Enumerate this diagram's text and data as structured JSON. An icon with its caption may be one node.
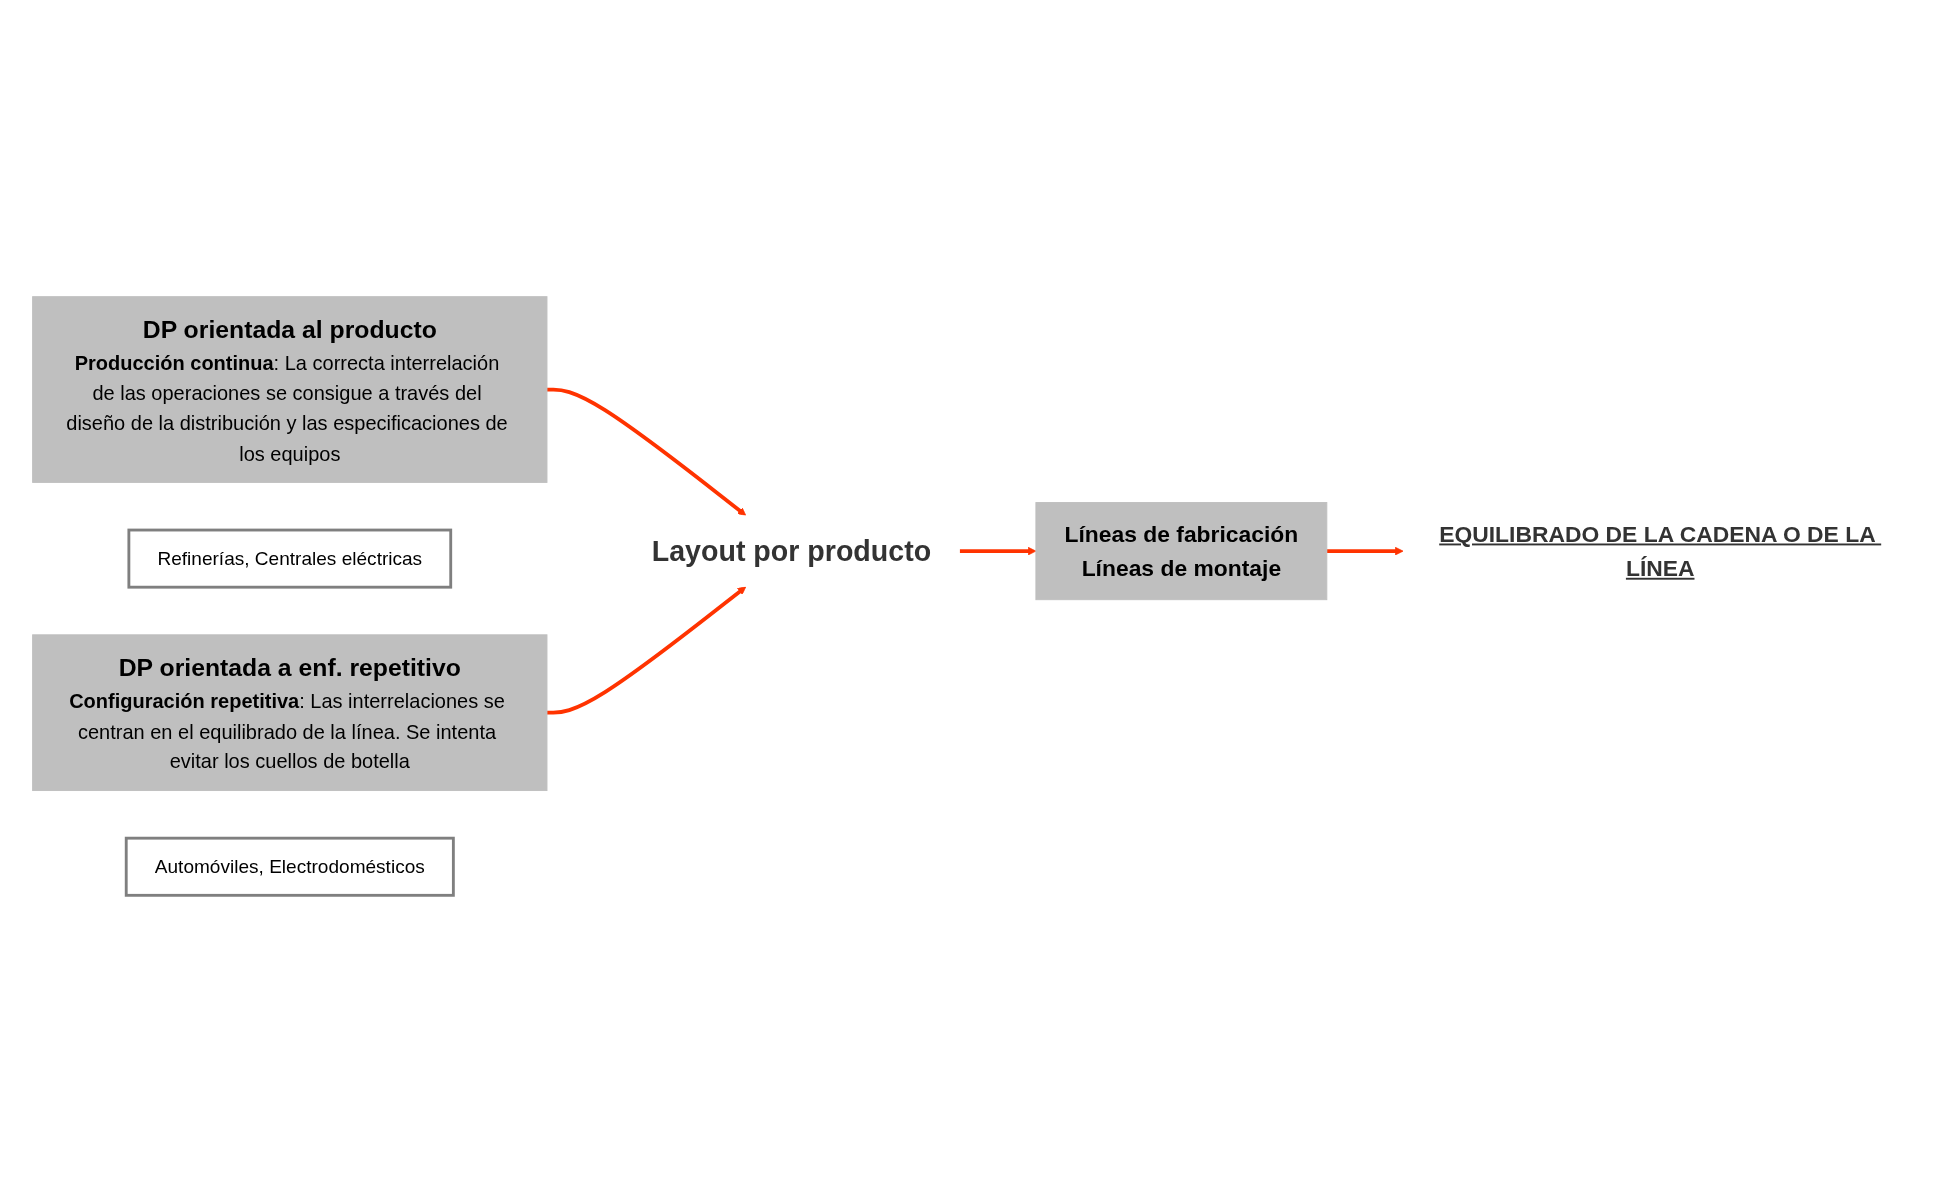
{
  "diagram": {
    "nodes": [
      {
        "text": [
          "DP orientada al producto",
          "**Producción continua**: La correcta interrelación de las operaciones se consigue a través del diseño de la distribución y las especificaciones de los equipos"
        ]
      },
      {
        "text": [
          "Refinerías, Centrales eléctricas"
        ]
      },
      {
        "text": [
          "Layout por producto"
        ]
      },
      {
        "text": [
          "DP orientada a enf. repetitivo",
          "**Configuración repetitiva**: Las interrelaciones se centran en el equilibrado de la línea. Se intenta evitar los cuellos de botella"
        ]
      },
      {
        "text": [
          "Automóviles, Electrodomésticos"
        ]
      },
      {
        "text": [
          "Líneas de fabricación",
          "Líneas de montaje"
        ]
      },
      {
        "text": [
          "EQUILIBRADO DE LA CADENA O DE LA LÍNEA"
        ]
      }
    ],
    "edges": [
      {
        "from": 0,
        "to": 2,
        "arrow": "to"
      },
      {
        "from": 3,
        "to": 2,
        "arrow": "to"
      },
      {
        "from": 2,
        "to": 5,
        "arrow": "to"
      },
      {
        "from": 5,
        "to": 6,
        "arrow": "to"
      }
    ]
  }
}
